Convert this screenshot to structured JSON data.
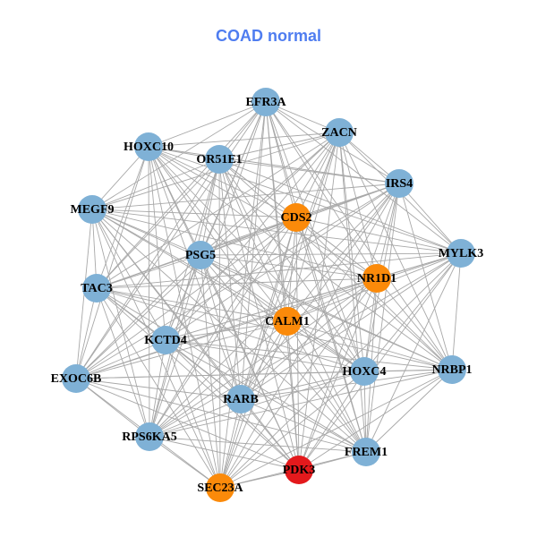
{
  "title": "COAD normal",
  "colors": {
    "blue": "#7fb1d6",
    "orange": "#fb8a0a",
    "red": "#e3191c",
    "edge": "#a8a8a8"
  },
  "nodes": [
    {
      "name": "EFR3A",
      "group": "blue"
    },
    {
      "name": "ZACN",
      "group": "blue"
    },
    {
      "name": "HOXC10",
      "group": "blue"
    },
    {
      "name": "OR51E1",
      "group": "blue"
    },
    {
      "name": "IRS4",
      "group": "blue"
    },
    {
      "name": "CDS2",
      "group": "orange"
    },
    {
      "name": "MEGF9",
      "group": "blue"
    },
    {
      "name": "MYLK3",
      "group": "blue"
    },
    {
      "name": "PSG5",
      "group": "blue"
    },
    {
      "name": "NR1D1",
      "group": "orange"
    },
    {
      "name": "TAC3",
      "group": "blue"
    },
    {
      "name": "CALM1",
      "group": "orange"
    },
    {
      "name": "KCTD4",
      "group": "blue"
    },
    {
      "name": "EXOC6B",
      "group": "blue"
    },
    {
      "name": "HOXC4",
      "group": "blue"
    },
    {
      "name": "NRBP1",
      "group": "blue"
    },
    {
      "name": "RARB",
      "group": "blue"
    },
    {
      "name": "RPS6KA5",
      "group": "blue"
    },
    {
      "name": "FREM1",
      "group": "blue"
    },
    {
      "name": "PDK3",
      "group": "red"
    },
    {
      "name": "SEC23A",
      "group": "orange"
    }
  ],
  "edge_mode": "complete"
}
